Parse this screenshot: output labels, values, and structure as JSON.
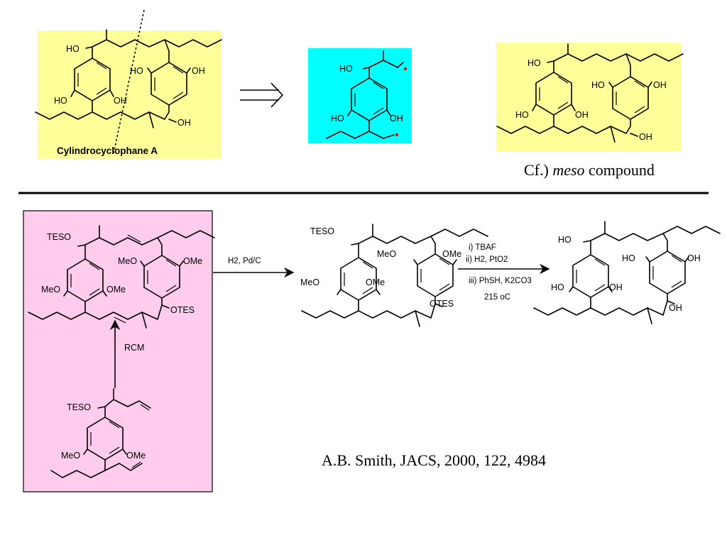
{
  "top": {
    "compound_a_name": "Cylindrocyclophane A",
    "meso_prefix": "Cf.) ",
    "meso_italic": "meso",
    "meso_suffix": " compound"
  },
  "labels": {
    "HO": "HO",
    "OH": "OH",
    "MeO": "MeO",
    "OMe": "OMe",
    "TESO": "TESO",
    "OTES": "OTES"
  },
  "steps": {
    "rcm": "RCM",
    "hydrogenation": "H2, Pd/C",
    "cond_1": "i) TBAF",
    "cond_2": "ii) H2, PtO2",
    "cond_3": "iii) PhSH, K2CO3",
    "cond_4": "215 oC"
  },
  "citation": "A.B. Smith,  JACS, 2000, 122, 4984",
  "colors": {
    "yellow_box": "#ffff99",
    "cyan_box": "#00ffff",
    "pink_box": "#ffccee",
    "radical_dot": "#e01010"
  }
}
